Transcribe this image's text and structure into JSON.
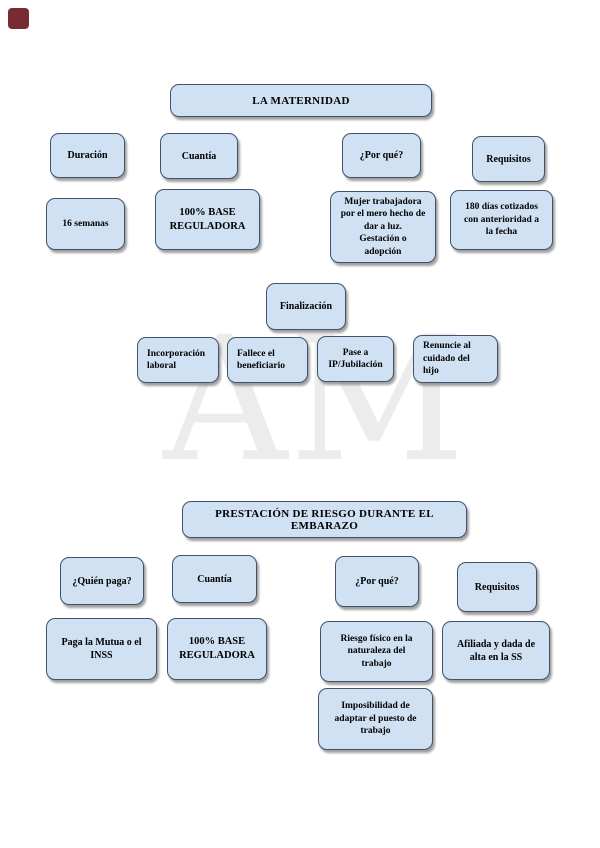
{
  "corner_marker": {
    "color": "#772b33"
  },
  "watermark": {
    "text": "AM",
    "color": "#ececec"
  },
  "style": {
    "box_fill": "#cfe1f2",
    "box_border": "#41536b",
    "shadow_color": "#787878"
  },
  "maternity": {
    "title": "LA MATERNIDAD",
    "columns": [
      {
        "header": "Duración",
        "detail": "16 semanas"
      },
      {
        "header": "Cuantía",
        "detail": "100% BASE\nREGULADORA"
      },
      {
        "header": "¿Por qué?",
        "detail": "Mujer trabajadora\npor el mero hecho de\ndar a luz.\nGestación o\nadopción"
      },
      {
        "header": "Requisitos",
        "detail": "180 días cotizados\ncon anterioridad a\nla fecha"
      }
    ],
    "finalizacion": {
      "header": "Finalización",
      "items": [
        "Incorporación\nlaboral",
        "Fallece el\nbeneficiario",
        "Pase a\nIP/Jubilación",
        "Renuncie al\ncuidado del\nhijo"
      ]
    }
  },
  "riesgo": {
    "title": "PRESTACIÓN DE RIESGO DURANTE EL EMBARAZO",
    "columns": [
      {
        "header": "¿Quién paga?",
        "detail": "Paga la Mutua o el\nINSS"
      },
      {
        "header": "Cuantía",
        "detail": "100% BASE\nREGULADORA"
      },
      {
        "header": "¿Por qué?",
        "detail": "Riesgo físico en la\nnaturaleza del\ntrabajo",
        "detail2": "Imposibilidad de\nadaptar el puesto de\ntrabajo"
      },
      {
        "header": "Requisitos",
        "detail": "Afiliada y dada de\nalta en la SS"
      }
    ]
  }
}
